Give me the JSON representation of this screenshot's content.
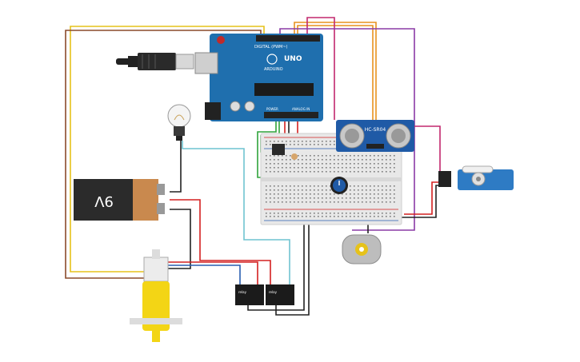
{
  "arduino": {
    "logo_text": "UNO",
    "brand_text": "ARDUINO",
    "digital_header": "DIGITAL (PWM~)",
    "power_header": "POWER",
    "analog_header": "ANALOG IN",
    "color": "#1f6fae"
  },
  "sensor": {
    "label": "HC-SR04",
    "color": "#1f5aa6"
  },
  "battery": {
    "label": "9V",
    "body_color": "#2b2b2b",
    "cap_color": "#c9894e"
  },
  "relays": {
    "label": "relay"
  },
  "wire_colors": {
    "yellow": "#e6c21a",
    "orange": "#e8921e",
    "magenta": "#c2286e",
    "purple": "#8a3aa6",
    "green": "#2fa33a",
    "red": "#d32020",
    "black": "#222222",
    "cyan": "#6fc3d0",
    "blue": "#2a5fb0",
    "brown": "#8a4a2a"
  },
  "components": [
    {
      "id": "arduino-uno",
      "icon": "arduino-board"
    },
    {
      "id": "usb-cable",
      "icon": "usb-plug"
    },
    {
      "id": "light-bulb",
      "icon": "bulb"
    },
    {
      "id": "battery-9v",
      "icon": "battery"
    },
    {
      "id": "breadboard",
      "icon": "breadboard"
    },
    {
      "id": "ultrasonic-sensor",
      "icon": "hc-sr04"
    },
    {
      "id": "servo-motor",
      "icon": "servo"
    },
    {
      "id": "dc-motor",
      "icon": "dc-motor"
    },
    {
      "id": "gear-motor",
      "icon": "gear-motor"
    },
    {
      "id": "potentiometer",
      "icon": "potentiometer"
    },
    {
      "id": "relay-1",
      "icon": "relay"
    },
    {
      "id": "relay-2",
      "icon": "relay"
    }
  ]
}
